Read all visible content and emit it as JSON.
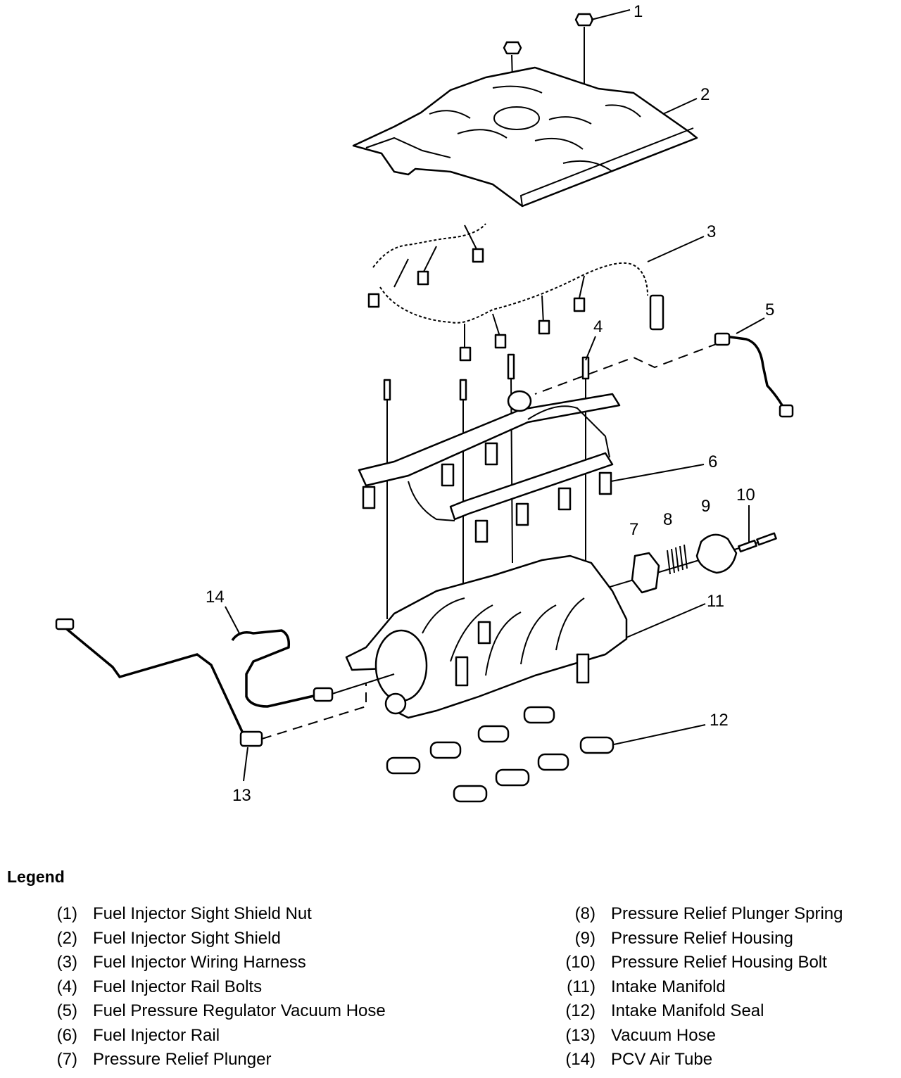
{
  "callouts": [
    "1",
    "2",
    "3",
    "4",
    "5",
    "6",
    "7",
    "8",
    "9",
    "10",
    "11",
    "12",
    "13",
    "14"
  ],
  "legend": {
    "title": "Legend",
    "left": [
      {
        "num": "(1)",
        "label": "Fuel Injector Sight Shield Nut"
      },
      {
        "num": "(2)",
        "label": "Fuel Injector Sight Shield"
      },
      {
        "num": "(3)",
        "label": "Fuel Injector Wiring Harness"
      },
      {
        "num": "(4)",
        "label": "Fuel Injector Rail Bolts"
      },
      {
        "num": "(5)",
        "label": "Fuel Pressure Regulator Vacuum Hose"
      },
      {
        "num": "(6)",
        "label": "Fuel Injector Rail"
      },
      {
        "num": "(7)",
        "label": "Pressure Relief Plunger"
      }
    ],
    "right": [
      {
        "num": "(8)",
        "label": "Pressure Relief Plunger Spring"
      },
      {
        "num": "(9)",
        "label": "Pressure Relief Housing"
      },
      {
        "num": "(10)",
        "label": "Pressure Relief Housing Bolt"
      },
      {
        "num": "(11)",
        "label": "Intake Manifold"
      },
      {
        "num": "(12)",
        "label": "Intake Manifold Seal"
      },
      {
        "num": "(13)",
        "label": "Vacuum Hose"
      },
      {
        "num": "(14)",
        "label": "PCV Air Tube"
      }
    ]
  }
}
